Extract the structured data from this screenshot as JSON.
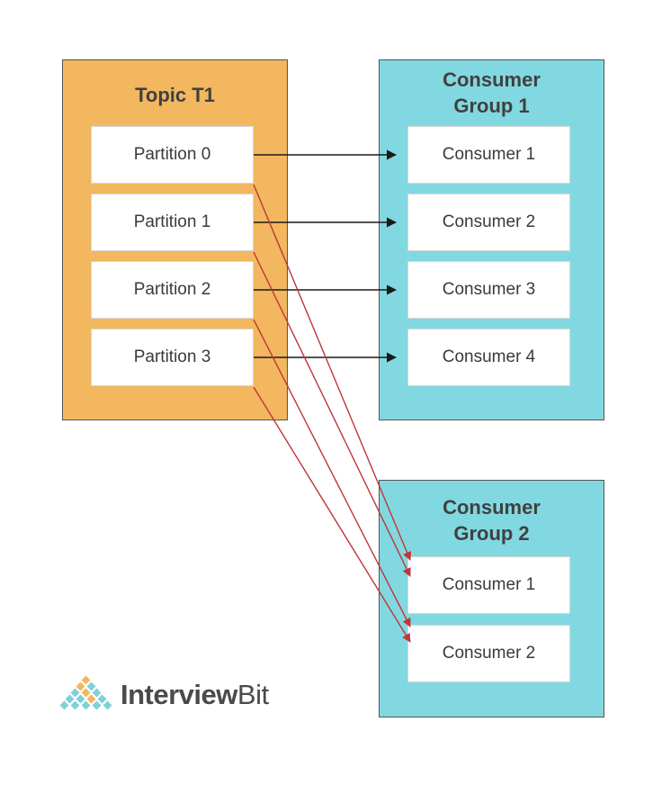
{
  "topic": {
    "title": "Topic T1",
    "partitions": [
      "Partition 0",
      "Partition 1",
      "Partition 2",
      "Partition 3"
    ]
  },
  "group1": {
    "title_line1": "Consumer",
    "title_line2": "Group 1",
    "consumers": [
      "Consumer 1",
      "Consumer 2",
      "Consumer 3",
      "Consumer 4"
    ]
  },
  "group2": {
    "title_line1": "Consumer",
    "title_line2": "Group 2",
    "consumers": [
      "Consumer 1",
      "Consumer 2"
    ]
  },
  "brand": {
    "name_part1": "Interview",
    "name_part2": "Bit"
  },
  "colors": {
    "topic_fill": "#f2b75f",
    "group_fill": "#82d8e0",
    "arrow_group1": "#1a1a1a",
    "arrow_group2": "#c0353a"
  },
  "links": [
    {
      "from": "Partition 0",
      "to": "Consumer Group 1 / Consumer 1"
    },
    {
      "from": "Partition 1",
      "to": "Consumer Group 1 / Consumer 2"
    },
    {
      "from": "Partition 2",
      "to": "Consumer Group 1 / Consumer 3"
    },
    {
      "from": "Partition 3",
      "to": "Consumer Group 1 / Consumer 4"
    },
    {
      "from": "Partition 0",
      "to": "Consumer Group 2 / Consumer 1"
    },
    {
      "from": "Partition 1",
      "to": "Consumer Group 2 / Consumer 1"
    },
    {
      "from": "Partition 2",
      "to": "Consumer Group 2 / Consumer 2"
    },
    {
      "from": "Partition 3",
      "to": "Consumer Group 2 / Consumer 2"
    }
  ]
}
